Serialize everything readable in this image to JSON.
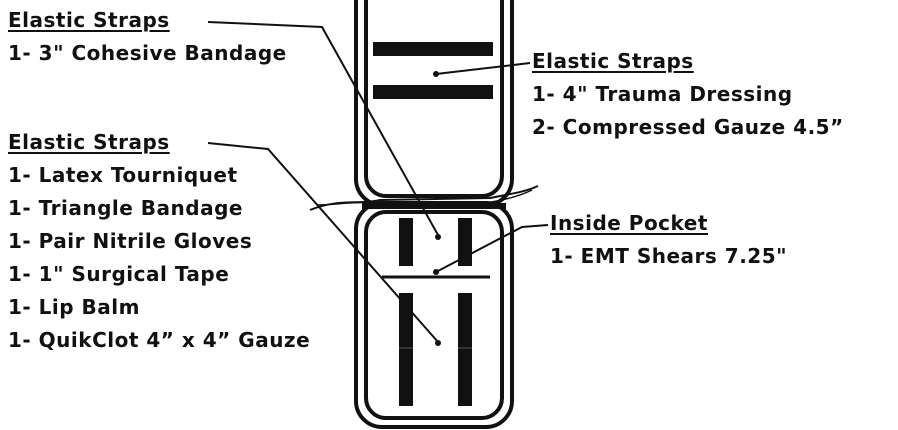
{
  "groups": {
    "top_left": {
      "heading": "Elastic Straps",
      "items": [
        "1- 3\" Cohesive Bandage"
      ]
    },
    "mid_left": {
      "heading": "Elastic Straps",
      "items": [
        "1- Latex Tourniquet",
        "1- Triangle Bandage",
        "1- Pair Nitrile Gloves",
        "1- 1\" Surgical Tape",
        "1- Lip Balm",
        "1- QuikClot 4” x 4” Gauze"
      ]
    },
    "right_top": {
      "heading": "Elastic Straps",
      "items": [
        "1- 4\" Trauma Dressing",
        "2- Compressed Gauze 4.5”"
      ]
    },
    "right_mid": {
      "heading": "Inside Pocket",
      "items": [
        "1- EMT Shears 7.25\""
      ]
    }
  },
  "colors": {
    "ink": "#111111",
    "background": "#ffffff"
  }
}
